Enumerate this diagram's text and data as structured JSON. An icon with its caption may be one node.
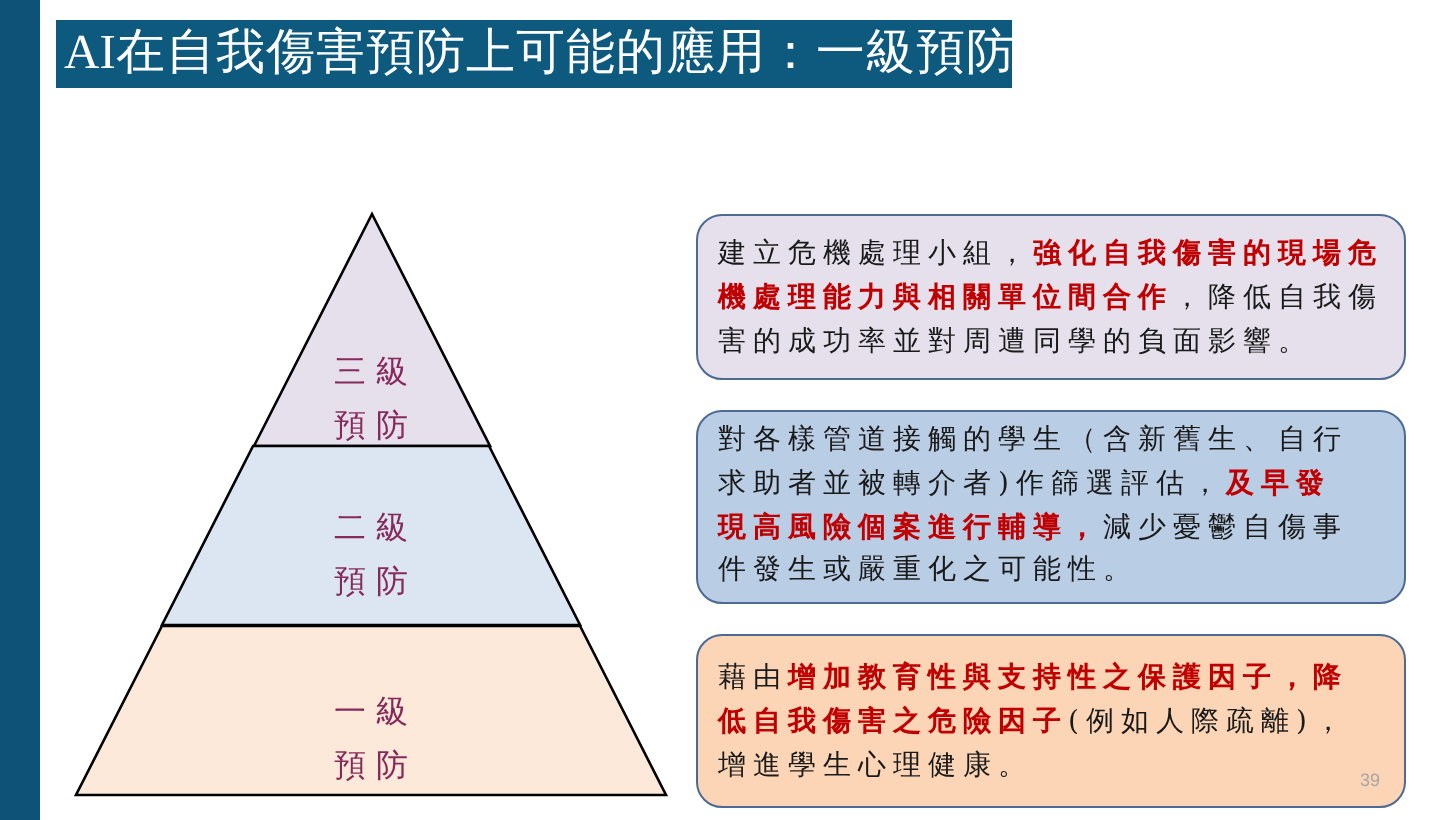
{
  "diagram": {
    "title": "AI在自我傷害預防上可能的應用：一級預防",
    "nodes": [
      {
        "text": [
          "三級預防"
        ]
      },
      {
        "text": [
          "二級預防"
        ]
      },
      {
        "text": [
          "一級預防"
        ]
      },
      {
        "text": [
          "建立危機處理小組，**強化自我傷害的現場危機處理能力與相關單位間合作**，降低自我傷害的成功率並對周遭同學的負面影響。"
        ]
      },
      {
        "text": [
          "對各樣管道接觸的學生（含新舊生、自行求助者並被轉介者)作篩選評估，**及早發現高風險個案進行輔導，**減少憂鬱自傷事件發生或嚴重化之可能性。"
        ]
      },
      {
        "text": [
          "藉由**增加教育性與支持性之保護因子，降低自我傷害之危險因子**(例如人際疏離)，增進學生心理健康。"
        ]
      }
    ],
    "labels": [
      "39"
    ]
  }
}
